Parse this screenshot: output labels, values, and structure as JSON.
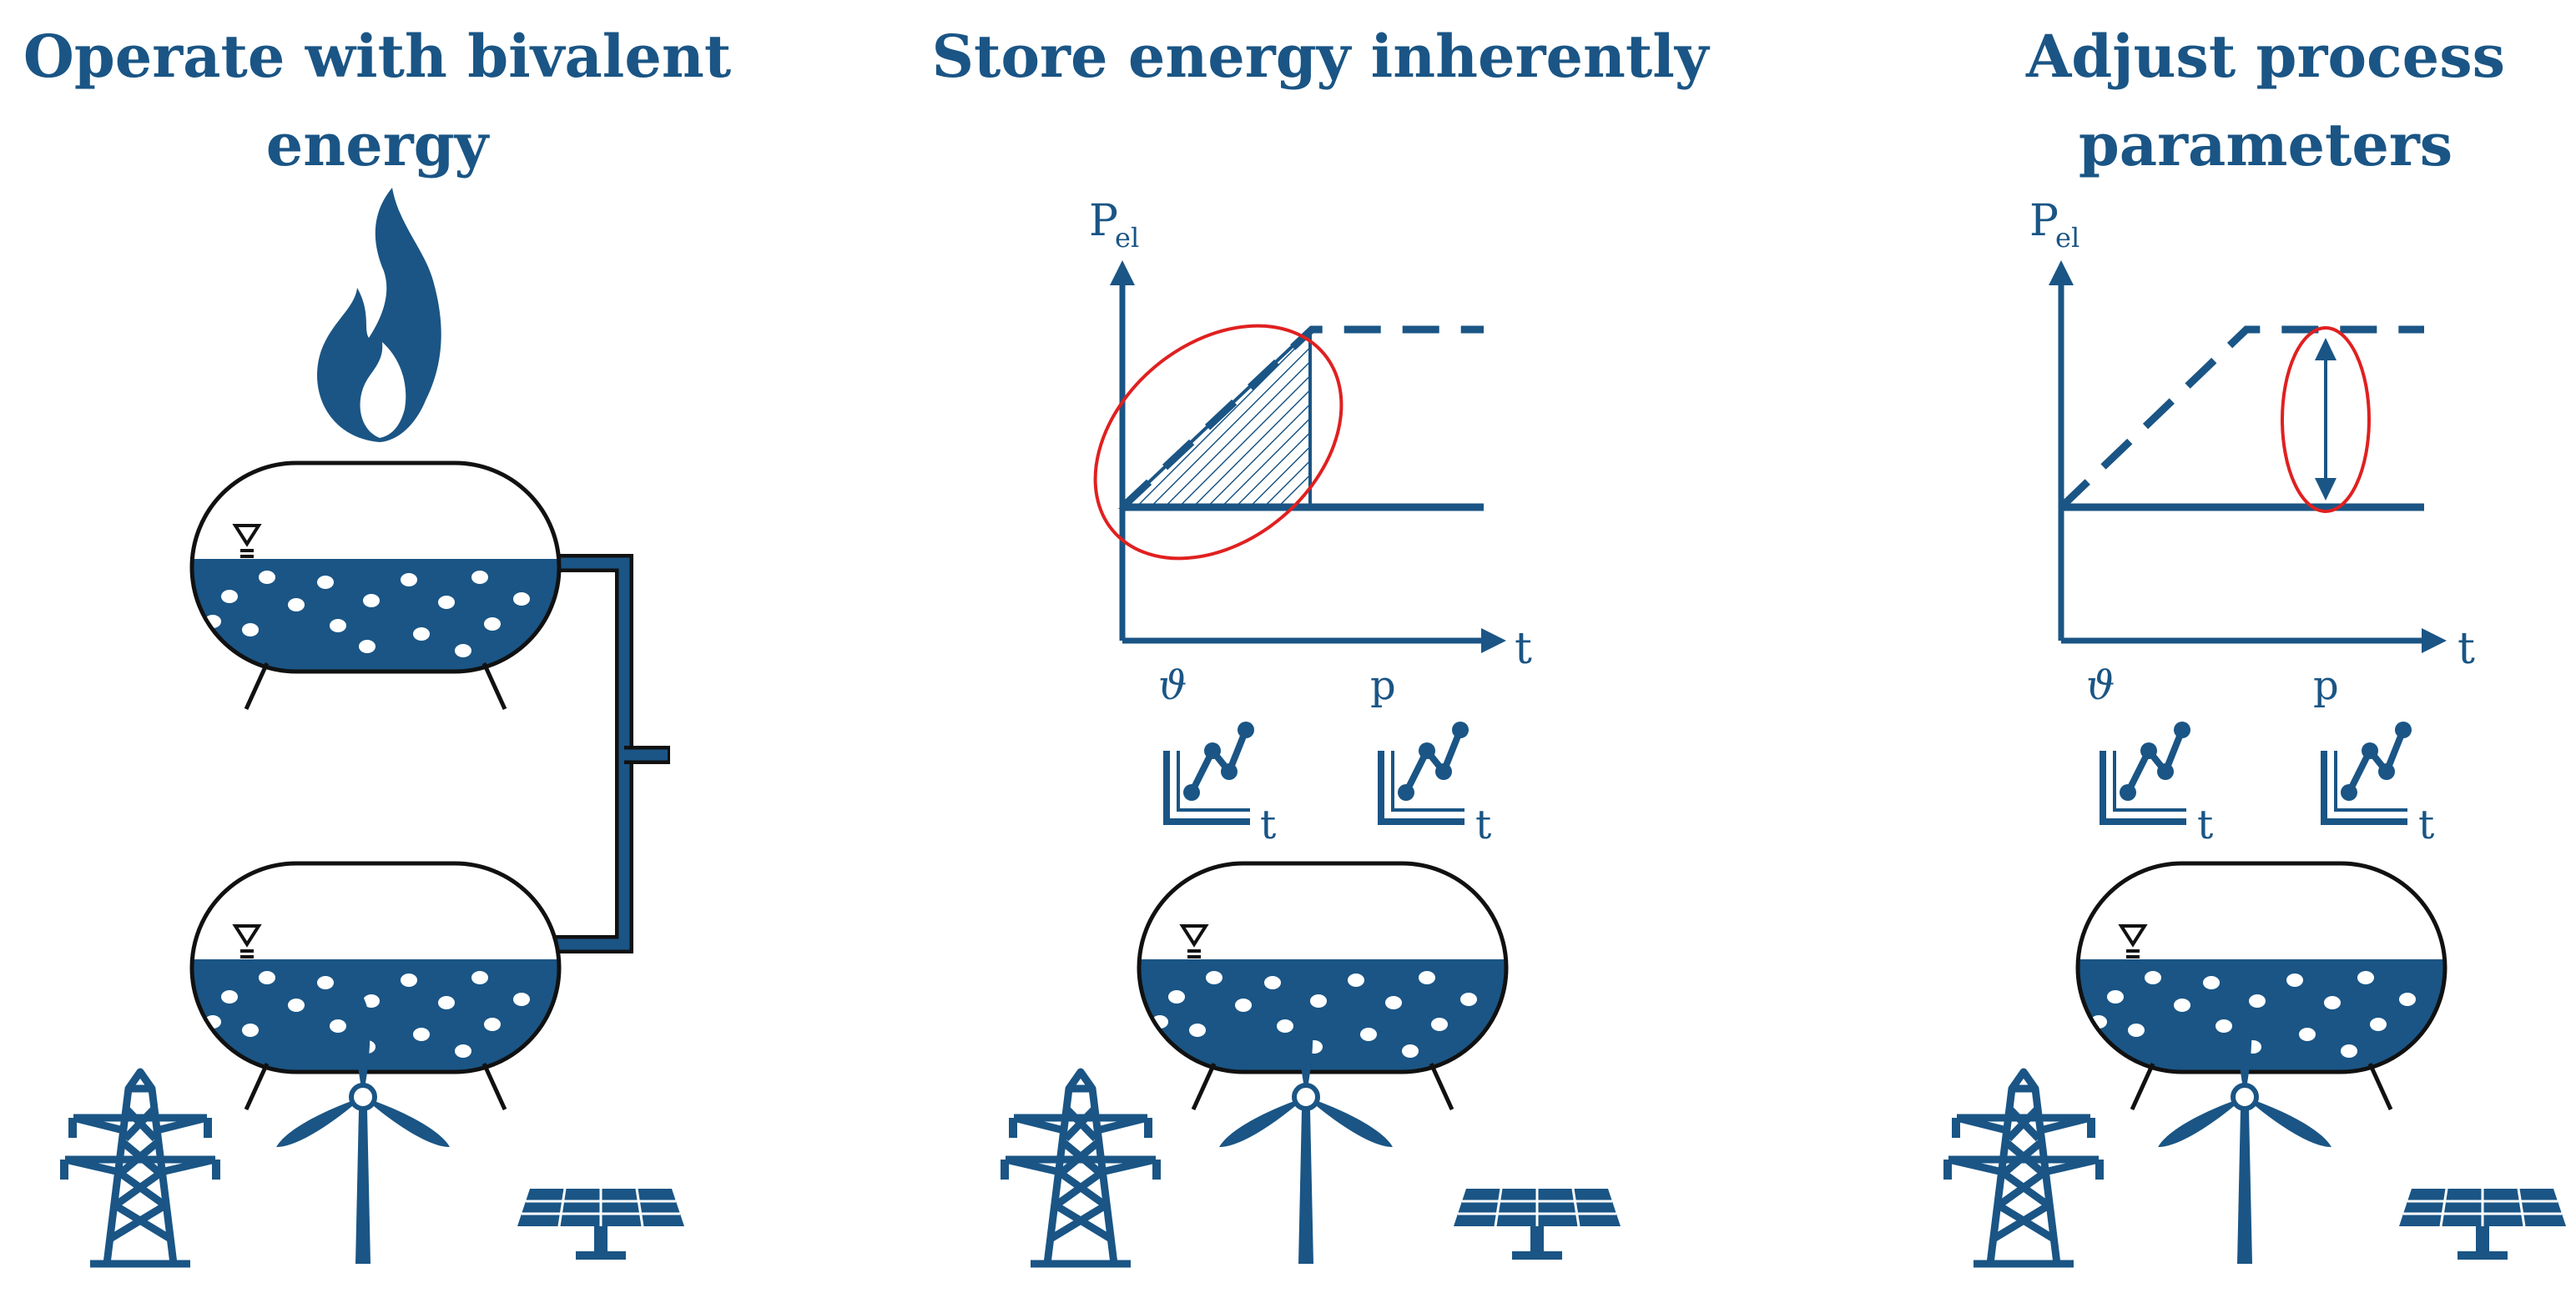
{
  "colors": {
    "primary": "#1a5585",
    "highlight": "#e02020",
    "outline": "#111111",
    "background": "#ffffff"
  },
  "panels": [
    {
      "id": "bivalent",
      "title_line1": "Operate with bivalent",
      "title_line2": "energy",
      "icons": [
        "flame-icon",
        "vessel-icon",
        "power-pylon-icon",
        "wind-turbine-icon",
        "solar-panel-icon"
      ]
    },
    {
      "id": "store",
      "title_line1": "Store energy inherently",
      "chart": {
        "y_axis_label": "P",
        "y_axis_subscript": "el",
        "x_axis_label": "t",
        "highlight": "shaded-area"
      },
      "trend_labels": {
        "temperature": "ϑ",
        "pressure": "p",
        "time": "t"
      }
    },
    {
      "id": "adjust",
      "title_line1": "Adjust process",
      "title_line2": "parameters",
      "chart": {
        "y_axis_label": "P",
        "y_axis_subscript": "el",
        "x_axis_label": "t",
        "highlight": "double-arrow"
      },
      "trend_labels": {
        "temperature": "ϑ",
        "pressure": "p",
        "time": "t"
      }
    }
  ]
}
